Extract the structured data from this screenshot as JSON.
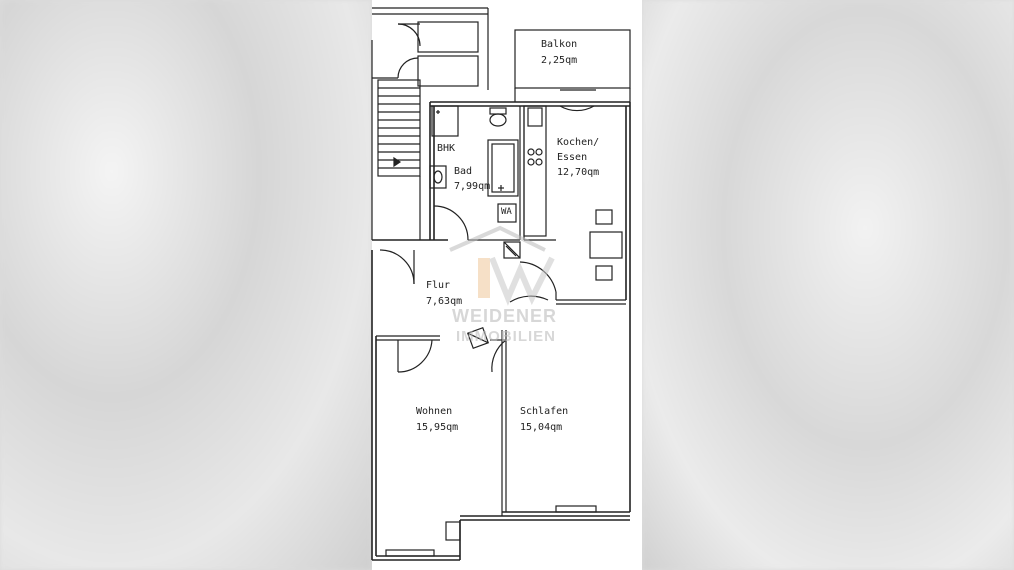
{
  "rooms": {
    "balkon": {
      "name": "Balkon",
      "area": "2,25qm"
    },
    "kochen": {
      "name": "Kochen/",
      "name2": "Essen",
      "area": "12,70qm"
    },
    "bad": {
      "name": "Bad",
      "area": "7,99qm",
      "bhk": "BHK",
      "wa": "WA"
    },
    "flur": {
      "name": "Flur",
      "area": "7,63qm"
    },
    "wohnen": {
      "name": "Wohnen",
      "area": "15,95qm"
    },
    "schlafen": {
      "name": "Schlafen",
      "area": "15,04qm"
    }
  },
  "watermark": {
    "line1": "WEIDENER",
    "line2": "IMMOBILIEN"
  }
}
